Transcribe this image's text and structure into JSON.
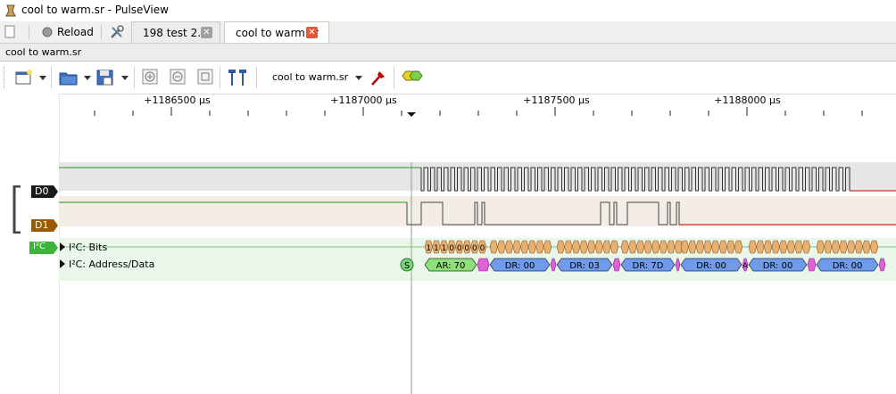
{
  "window": {
    "title": "cool to warm.sr - PulseView"
  },
  "tabbar": {
    "reload_label": "Reload",
    "tabs": [
      {
        "label": "198 test 2.sr",
        "active": false
      },
      {
        "label": "cool to warm.sr",
        "active": true
      }
    ]
  },
  "session": {
    "name": "cool to warm.sr"
  },
  "toolbar": {
    "device_select": "cool to warm.sr"
  },
  "ruler": {
    "labels": [
      "+1186500 µs",
      "+1187000 µs",
      "+1187500 µs",
      "+1188000 µs"
    ]
  },
  "signals": {
    "d0": {
      "name": "D0",
      "color": "#1a1a1a"
    },
    "d1": {
      "name": "D1",
      "color": "#9a5a00"
    }
  },
  "decoder": {
    "name": "I²C",
    "color": "#3ab53a",
    "rows": [
      {
        "name": "I²C: Bits"
      },
      {
        "name": "I²C: Address/Data"
      }
    ],
    "start_label": "S",
    "bit_labels": [
      "1",
      "1",
      "1",
      "0",
      "0",
      "0",
      "0",
      "0"
    ],
    "bytes": [
      {
        "label": "AR: 70",
        "kind": "address"
      },
      {
        "label": "DR: 00",
        "kind": "data"
      },
      {
        "label": "DR: 03",
        "kind": "data"
      },
      {
        "label": "DR: 7D",
        "kind": "data"
      },
      {
        "label": "DR: 00",
        "kind": "data"
      },
      {
        "label": "DR: 00",
        "kind": "data"
      },
      {
        "label": "DR: 00",
        "kind": "data"
      }
    ],
    "ack_label": "A"
  },
  "colors": {
    "high_trace": "#1a9a1a",
    "low_trace": "#c40000",
    "address_fill": "#8ee07a",
    "data_fill": "#6f9bea",
    "ack_fill": "#e060d8",
    "bits_fill": "#e8b070"
  }
}
